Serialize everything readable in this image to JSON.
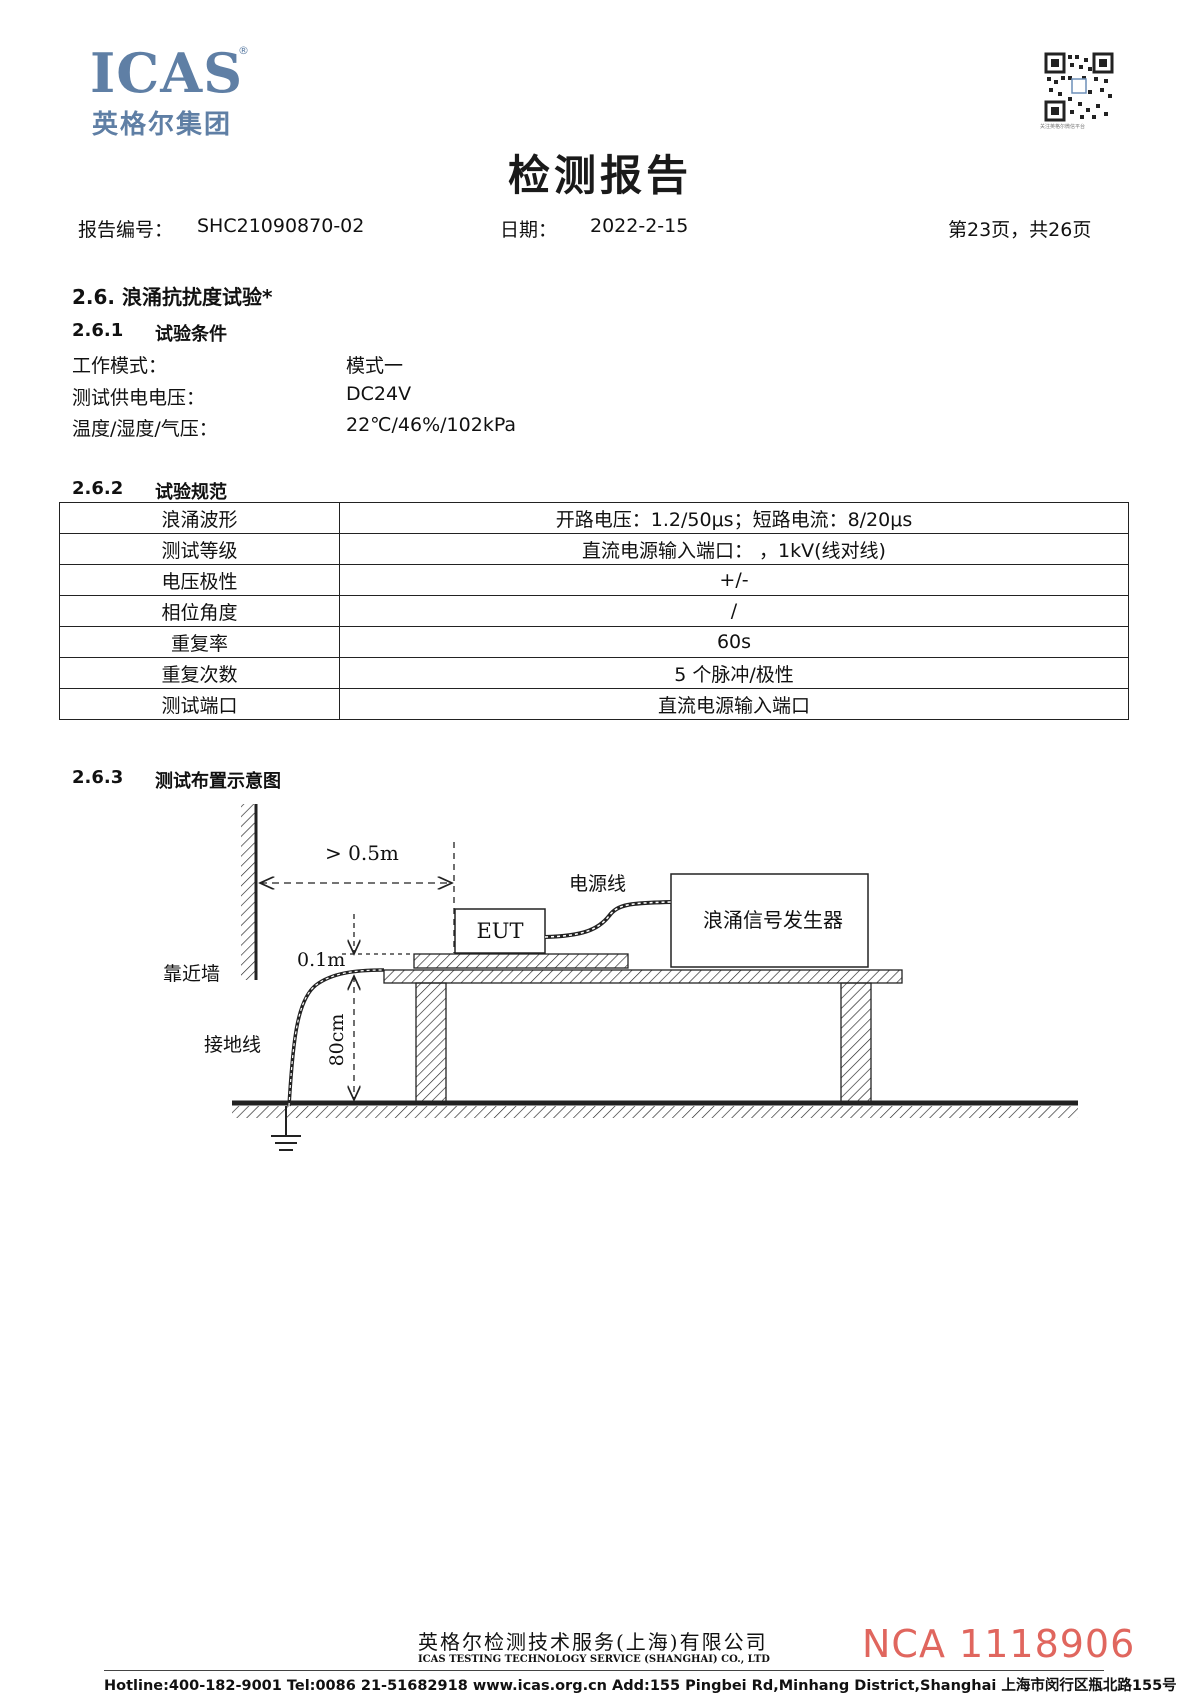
{
  "header": {
    "logo_text": "ICAS",
    "logo_reg": "®",
    "logo_subtitle": "英格尔集团",
    "qr_caption": "关注英格尔微信平台"
  },
  "title": "检测报告",
  "meta": {
    "report_no_label": "报告编号：",
    "report_no": "SHC21090870-02",
    "date_label": "日期：",
    "date": "2022-2-15",
    "page_info": "第23页，共26页"
  },
  "section": {
    "number_title": "2.6.  浪涌抗扰度试验*",
    "conditions": {
      "heading_num": "2.6.1",
      "heading": "试验条件",
      "items": [
        {
          "label": "工作模式：",
          "value": "模式一"
        },
        {
          "label": "测试供电电压：",
          "value": "DC24V"
        },
        {
          "label": "温度/湿度/气压：",
          "value": "22℃/46%/102kPa"
        }
      ]
    },
    "spec": {
      "heading_num": "2.6.2",
      "heading": "试验规范",
      "rows": [
        {
          "key": "浪涌波形",
          "value": "开路电压：1.2/50μs；短路电流：8/20μs"
        },
        {
          "key": "测试等级",
          "value": "直流电源输入端口：  ，1kV(线对线)"
        },
        {
          "key": "电压极性",
          "value": "+/-"
        },
        {
          "key": "相位角度",
          "value": "/"
        },
        {
          "key": "重复率",
          "value": "60s"
        },
        {
          "key": "重复次数",
          "value": "5 个脉冲/极性"
        },
        {
          "key": "测试端口",
          "value": "直流电源输入端口"
        }
      ]
    },
    "layout": {
      "heading_num": "2.6.3",
      "heading": "测试布置示意图",
      "labels": {
        "distance_wall": "> 0.5m",
        "power_cable": "电源线",
        "eut": "EUT",
        "generator": "浪涌信号发生器",
        "insulation": "0.1m",
        "wall": "靠近墙",
        "ground_wire": "接地线",
        "table_height": "80cm"
      }
    }
  },
  "footer": {
    "company_cn": "英格尔检测技术服务(上海)有限公司",
    "company_en": "ICAS TESTING TECHNOLOGY SERVICE (SHANGHAI) CO., LTD",
    "nca": "NCA 1118906",
    "hotline": "Hotline:400-182-9001  Tel:0086 21-51682918  www.icas.org.cn   Add:155 Pingbei Rd,Minhang District,Shanghai 上海市闵行区瓶北路155号"
  }
}
